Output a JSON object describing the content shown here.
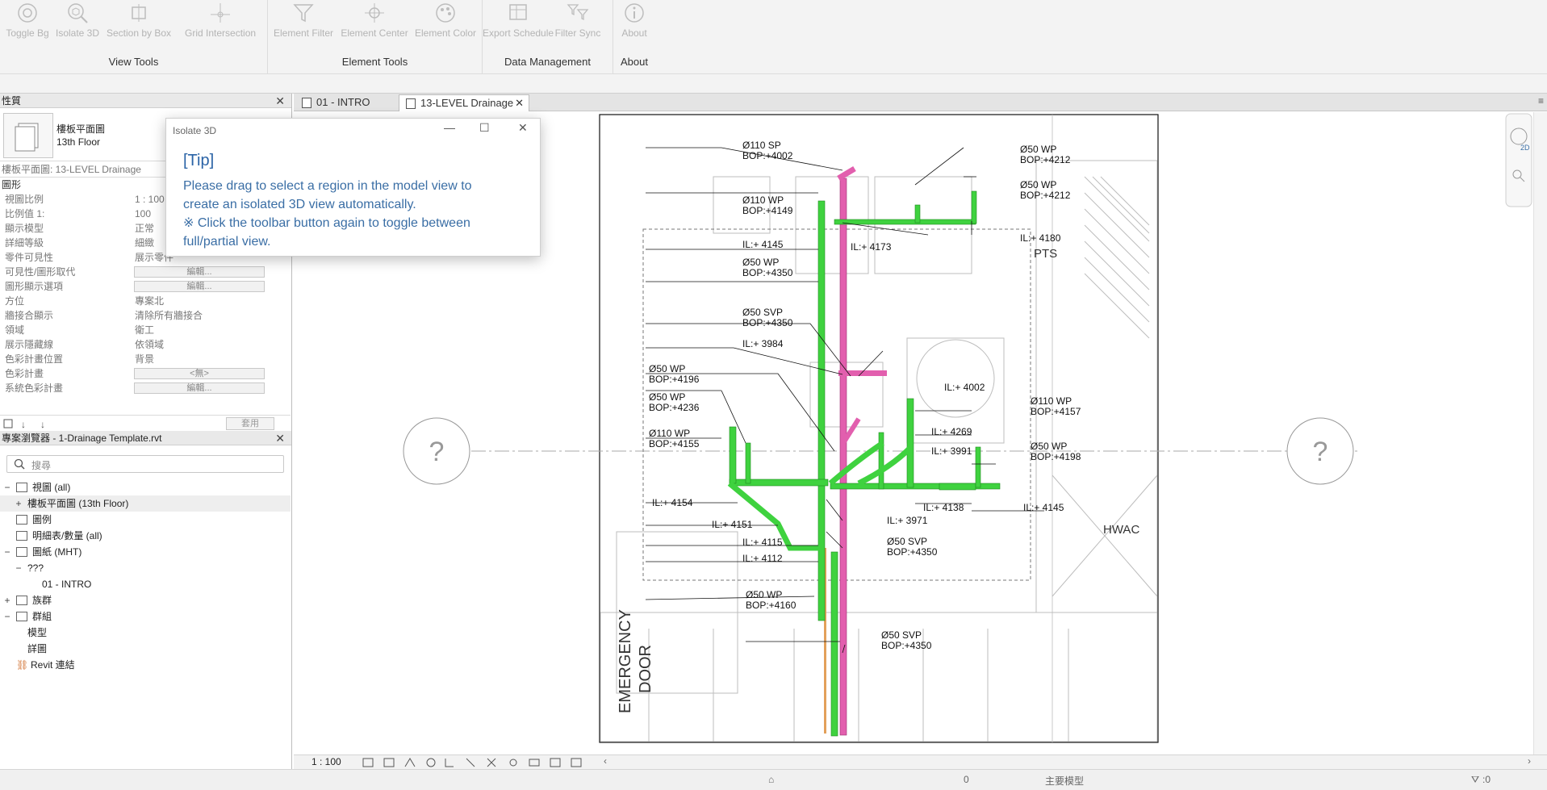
{
  "ribbon": {
    "groups": [
      {
        "label": "View Tools",
        "buttons": [
          {
            "label": "Toggle Bg",
            "icon": "toggle-background-icon"
          },
          {
            "label": "Isolate 3D",
            "icon": "isolate-3d-icon"
          },
          {
            "label": "Section by Box",
            "icon": "section-box-icon"
          },
          {
            "label": "Grid Intersection",
            "icon": "grid-intersection-icon"
          }
        ]
      },
      {
        "label": "Element Tools",
        "buttons": [
          {
            "label": "Element Filter",
            "icon": "filter-icon"
          },
          {
            "label": "Element Center",
            "icon": "element-center-icon"
          },
          {
            "label": "Element Color",
            "icon": "palette-icon"
          }
        ]
      },
      {
        "label": "Data Management",
        "buttons": [
          {
            "label": "Export Schedule",
            "icon": "export-schedule-icon"
          },
          {
            "label": "Filter Sync",
            "icon": "filter-sync-icon"
          }
        ]
      },
      {
        "label": "About",
        "buttons": [
          {
            "label": "About",
            "icon": "info-icon"
          }
        ]
      }
    ]
  },
  "properties": {
    "title": "性質",
    "type_name_1": "樓板平面圖",
    "type_name_2": "13th Floor",
    "type_selector": "樓板平面圖: 13-LEVEL Drainage",
    "category": "圖形",
    "rows": [
      {
        "key": "視圖比例",
        "value": "1 : 100"
      },
      {
        "key": "比例值 1:",
        "value": "100"
      },
      {
        "key": "顯示模型",
        "value": "正常"
      },
      {
        "key": "詳細等級",
        "value": "細緻"
      },
      {
        "key": "零件可見性",
        "value": "展示零件"
      },
      {
        "key": "可見性/圖形取代",
        "button": "編輯..."
      },
      {
        "key": "圖形顯示選項",
        "button": "編輯..."
      },
      {
        "key": "方位",
        "value": "專案北"
      },
      {
        "key": "牆接合顯示",
        "value": "清除所有牆接合"
      },
      {
        "key": "領域",
        "value": "衛工"
      },
      {
        "key": "展示隱藏線",
        "value": "依領域"
      },
      {
        "key": "色彩計畫位置",
        "value": "背景"
      },
      {
        "key": "色彩計畫",
        "button": "<無>"
      },
      {
        "key": "系統色彩計畫",
        "button": "編輯..."
      }
    ],
    "apply_label": "套用"
  },
  "browser": {
    "title": "專案瀏覽器 - 1-Drainage Template.rvt",
    "search_placeholder": "搜尋",
    "nodes": [
      {
        "toggle": "−",
        "label": "視圖 (all)"
      },
      {
        "toggle": "+",
        "label": "樓板平面圖 (13th Floor)"
      },
      {
        "toggle": "",
        "label": "圖例"
      },
      {
        "toggle": "",
        "label": "明細表/數量 (all)"
      },
      {
        "toggle": "−",
        "label": "圖紙 (MHT)"
      },
      {
        "toggle": "−",
        "label": "???"
      },
      {
        "toggle": "",
        "label": "01 - INTRO"
      },
      {
        "toggle": "+",
        "label": "族群"
      },
      {
        "toggle": "−",
        "label": "群組"
      },
      {
        "toggle": "",
        "label": "模型"
      },
      {
        "toggle": "",
        "label": "詳圖"
      },
      {
        "toggle": "",
        "label": "Revit 連結"
      }
    ]
  },
  "tabs": [
    {
      "label": "01 - INTRO"
    },
    {
      "label": "13-LEVEL Drainage"
    }
  ],
  "dialog": {
    "title": "Isolate 3D",
    "heading": "[Tip]",
    "line1": "Please drag to select a region in the model view to",
    "line2": "create an isolated 3D view automatically.",
    "line3": "※ Click the toolbar button again to toggle between",
    "line4": "full/partial view."
  },
  "drawing": {
    "grid_bubble": "?",
    "annotations": [
      "Ø110 SP",
      "BOP:+4002",
      "Ø110 WP",
      "BOP:+4149",
      "IL:+ 4145",
      "Ø50 WP",
      "BOP:+4350",
      "Ø50 SVP",
      "BOP:+4350",
      "IL:+ 3984",
      "Ø50 WP",
      "BOP:+4196",
      "Ø50 WP",
      "BOP:+4236",
      "Ø110 WP",
      "BOP:+4155",
      "IL:+ 4154",
      "IL:+ 4151",
      "IL:+ 4115",
      "IL:+ 4112",
      "Ø50 WP",
      "BOP:+4160",
      "Ø50 WP",
      "BOP:+4212",
      "Ø50 WP",
      "BOP:+4212",
      "IL:+ 4180",
      "IL:+ 4173",
      "IL:+ 4002",
      "Ø110 WP",
      "BOP:+4157",
      "IL:+ 4269",
      "IL:+ 3991",
      "Ø50 WP",
      "BOP:+4198",
      "IL:+ 4138",
      "IL:+ 4145",
      "IL:+ 3971",
      "Ø50 SVP",
      "BOP:+4350",
      "Ø50 SVP",
      "BOP:+4350"
    ],
    "room_labels": [
      "PTS",
      "HWAC",
      "EMERGENCY",
      "DOOR"
    ],
    "pipe_green": "#3fd23f",
    "pipe_pink": "#e25fae",
    "pipe_orange": "#e3a05a"
  },
  "view_control": {
    "scale": "1 : 100"
  },
  "status": {
    "center_text": "主要模型",
    "filter_count": ":0",
    "selection_count": "0"
  }
}
